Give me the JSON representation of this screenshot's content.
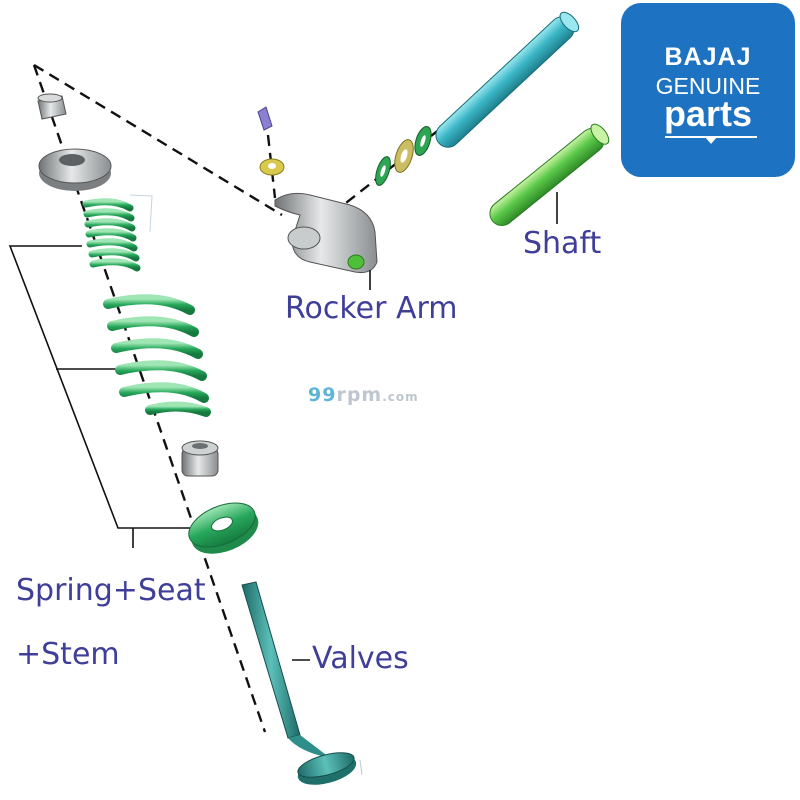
{
  "badge": {
    "brand": "BAJAJ",
    "line2": "GENUINE",
    "line3": "parts",
    "color": "#1d72c1"
  },
  "labels": {
    "shaft": "Shaft",
    "rocker_arm": "Rocker Arm",
    "spring_seat_line1": "Spring+Seat",
    "spring_seat_line2": "+Stem",
    "valves": "Valves"
  },
  "watermark": {
    "part1": "99",
    "part2": "rpm",
    "part3": ".com"
  },
  "colors": {
    "label_text": "#3f3f9a",
    "spring_green": "#27a85c",
    "shaft_teal": "#3bb6c6",
    "shaft_green": "#5cc94a",
    "valve_teal": "#2e8e8a",
    "metal_grey": "#a8abad"
  }
}
